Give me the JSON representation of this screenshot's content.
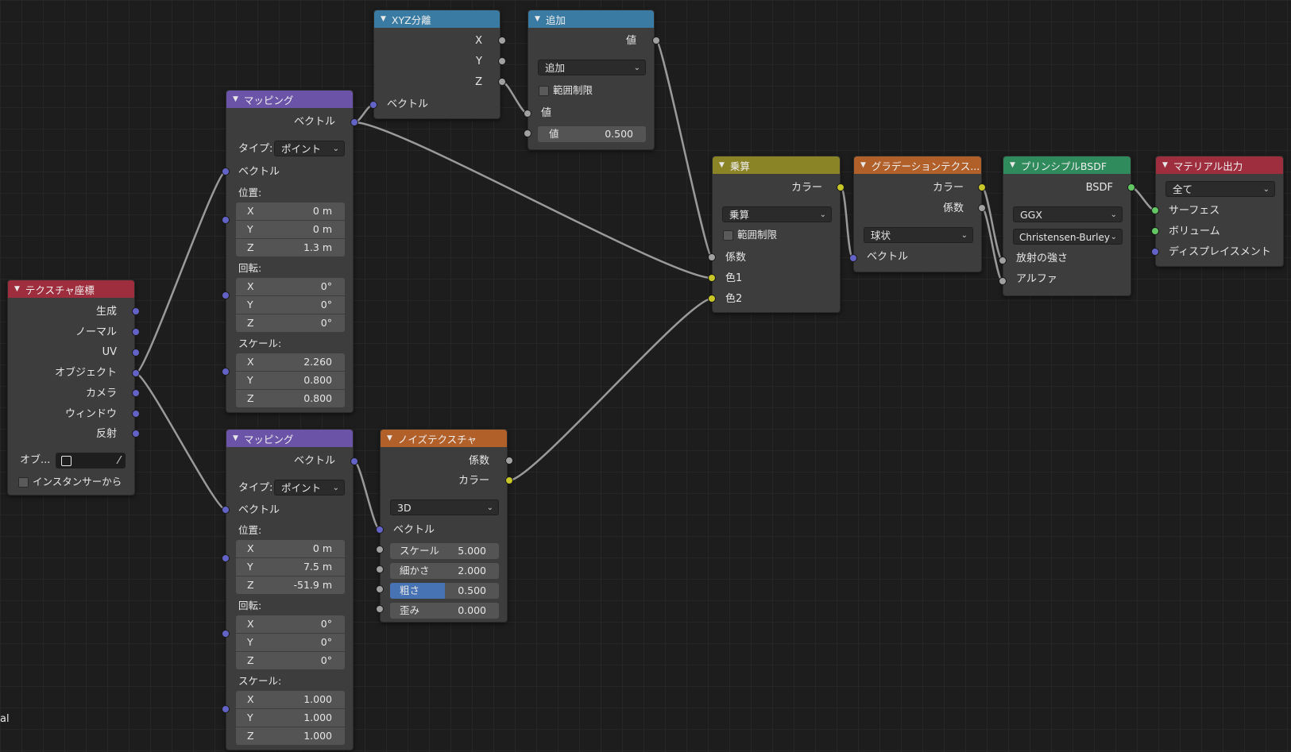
{
  "nodes": {
    "xyz": {
      "title": "XYZ分離",
      "out_x": "X",
      "out_y": "Y",
      "out_z": "Z",
      "in_vector": "ベクトル"
    },
    "add": {
      "title": "追加",
      "out_value": "値",
      "op": "追加",
      "clamp": "範囲制限",
      "in_value1": "値",
      "in_value2_label": "値",
      "in_value2": "0.500"
    },
    "map1": {
      "title": "マッピング",
      "out_vector": "ベクトル",
      "type_label": "タイプ:",
      "type_value": "ポイント",
      "in_vector": "ベクトル",
      "loc_label": "位置:",
      "loc": [
        {
          "a": "X",
          "v": "0 m"
        },
        {
          "a": "Y",
          "v": "0 m"
        },
        {
          "a": "Z",
          "v": "1.3 m"
        }
      ],
      "rot_label": "回転:",
      "rot": [
        {
          "a": "X",
          "v": "0°"
        },
        {
          "a": "Y",
          "v": "0°"
        },
        {
          "a": "Z",
          "v": "0°"
        }
      ],
      "scale_label": "スケール:",
      "scale": [
        {
          "a": "X",
          "v": "2.260"
        },
        {
          "a": "Y",
          "v": "0.800"
        },
        {
          "a": "Z",
          "v": "0.800"
        }
      ]
    },
    "map2": {
      "title": "マッピング",
      "out_vector": "ベクトル",
      "type_label": "タイプ:",
      "type_value": "ポイント",
      "in_vector": "ベクトル",
      "loc_label": "位置:",
      "loc": [
        {
          "a": "X",
          "v": "0 m"
        },
        {
          "a": "Y",
          "v": "7.5 m"
        },
        {
          "a": "Z",
          "v": "-51.9 m"
        }
      ],
      "rot_label": "回転:",
      "rot": [
        {
          "a": "X",
          "v": "0°"
        },
        {
          "a": "Y",
          "v": "0°"
        },
        {
          "a": "Z",
          "v": "0°"
        }
      ],
      "scale_label": "スケール:",
      "scale": [
        {
          "a": "X",
          "v": "1.000"
        },
        {
          "a": "Y",
          "v": "1.000"
        },
        {
          "a": "Z",
          "v": "1.000"
        }
      ]
    },
    "texcoord": {
      "title": "テクスチャ座標",
      "outputs": [
        "生成",
        "ノーマル",
        "UV",
        "オブジェクト",
        "カメラ",
        "ウィンドウ",
        "反射"
      ],
      "object_label": "オブ...",
      "instancer": "インスタンサーから"
    },
    "noise": {
      "title": "ノイズテクスチャ",
      "out_fac": "係数",
      "out_color": "カラー",
      "dim": "3D",
      "in_vector": "ベクトル",
      "params": [
        {
          "l": "スケール",
          "v": "5.000",
          "fill": 0
        },
        {
          "l": "細かさ",
          "v": "2.000",
          "fill": 0
        },
        {
          "l": "粗さ",
          "v": "0.500",
          "fill": 0.5
        },
        {
          "l": "歪み",
          "v": "0.000",
          "fill": 0
        }
      ]
    },
    "multiply": {
      "title": "乗算",
      "out_color": "カラー",
      "op": "乗算",
      "clamp": "範囲制限",
      "in_fac": "係数",
      "in_c1": "色1",
      "in_c2": "色2"
    },
    "gradient": {
      "title": "グラデーションテクス...",
      "out_color": "カラー",
      "out_fac": "係数",
      "type": "球状",
      "in_vector": "ベクトル"
    },
    "bsdf": {
      "title": "プリンシプルBSDF",
      "out_bsdf": "BSDF",
      "dist": "GGX",
      "sss": "Christensen-Burley",
      "in_emit": "放射の強さ",
      "in_alpha": "アルファ"
    },
    "output": {
      "title": "マテリアル出力",
      "target": "全て",
      "in_surface": "サーフェス",
      "in_volume": "ボリューム",
      "in_disp": "ディスプレイスメント"
    }
  },
  "corner_text": "al",
  "colors": {
    "link": "#9a9a9a",
    "socket_vector": "#6363c7",
    "socket_color": "#c7c729",
    "socket_float": "#a1a1a1",
    "socket_shader": "#63c763"
  }
}
